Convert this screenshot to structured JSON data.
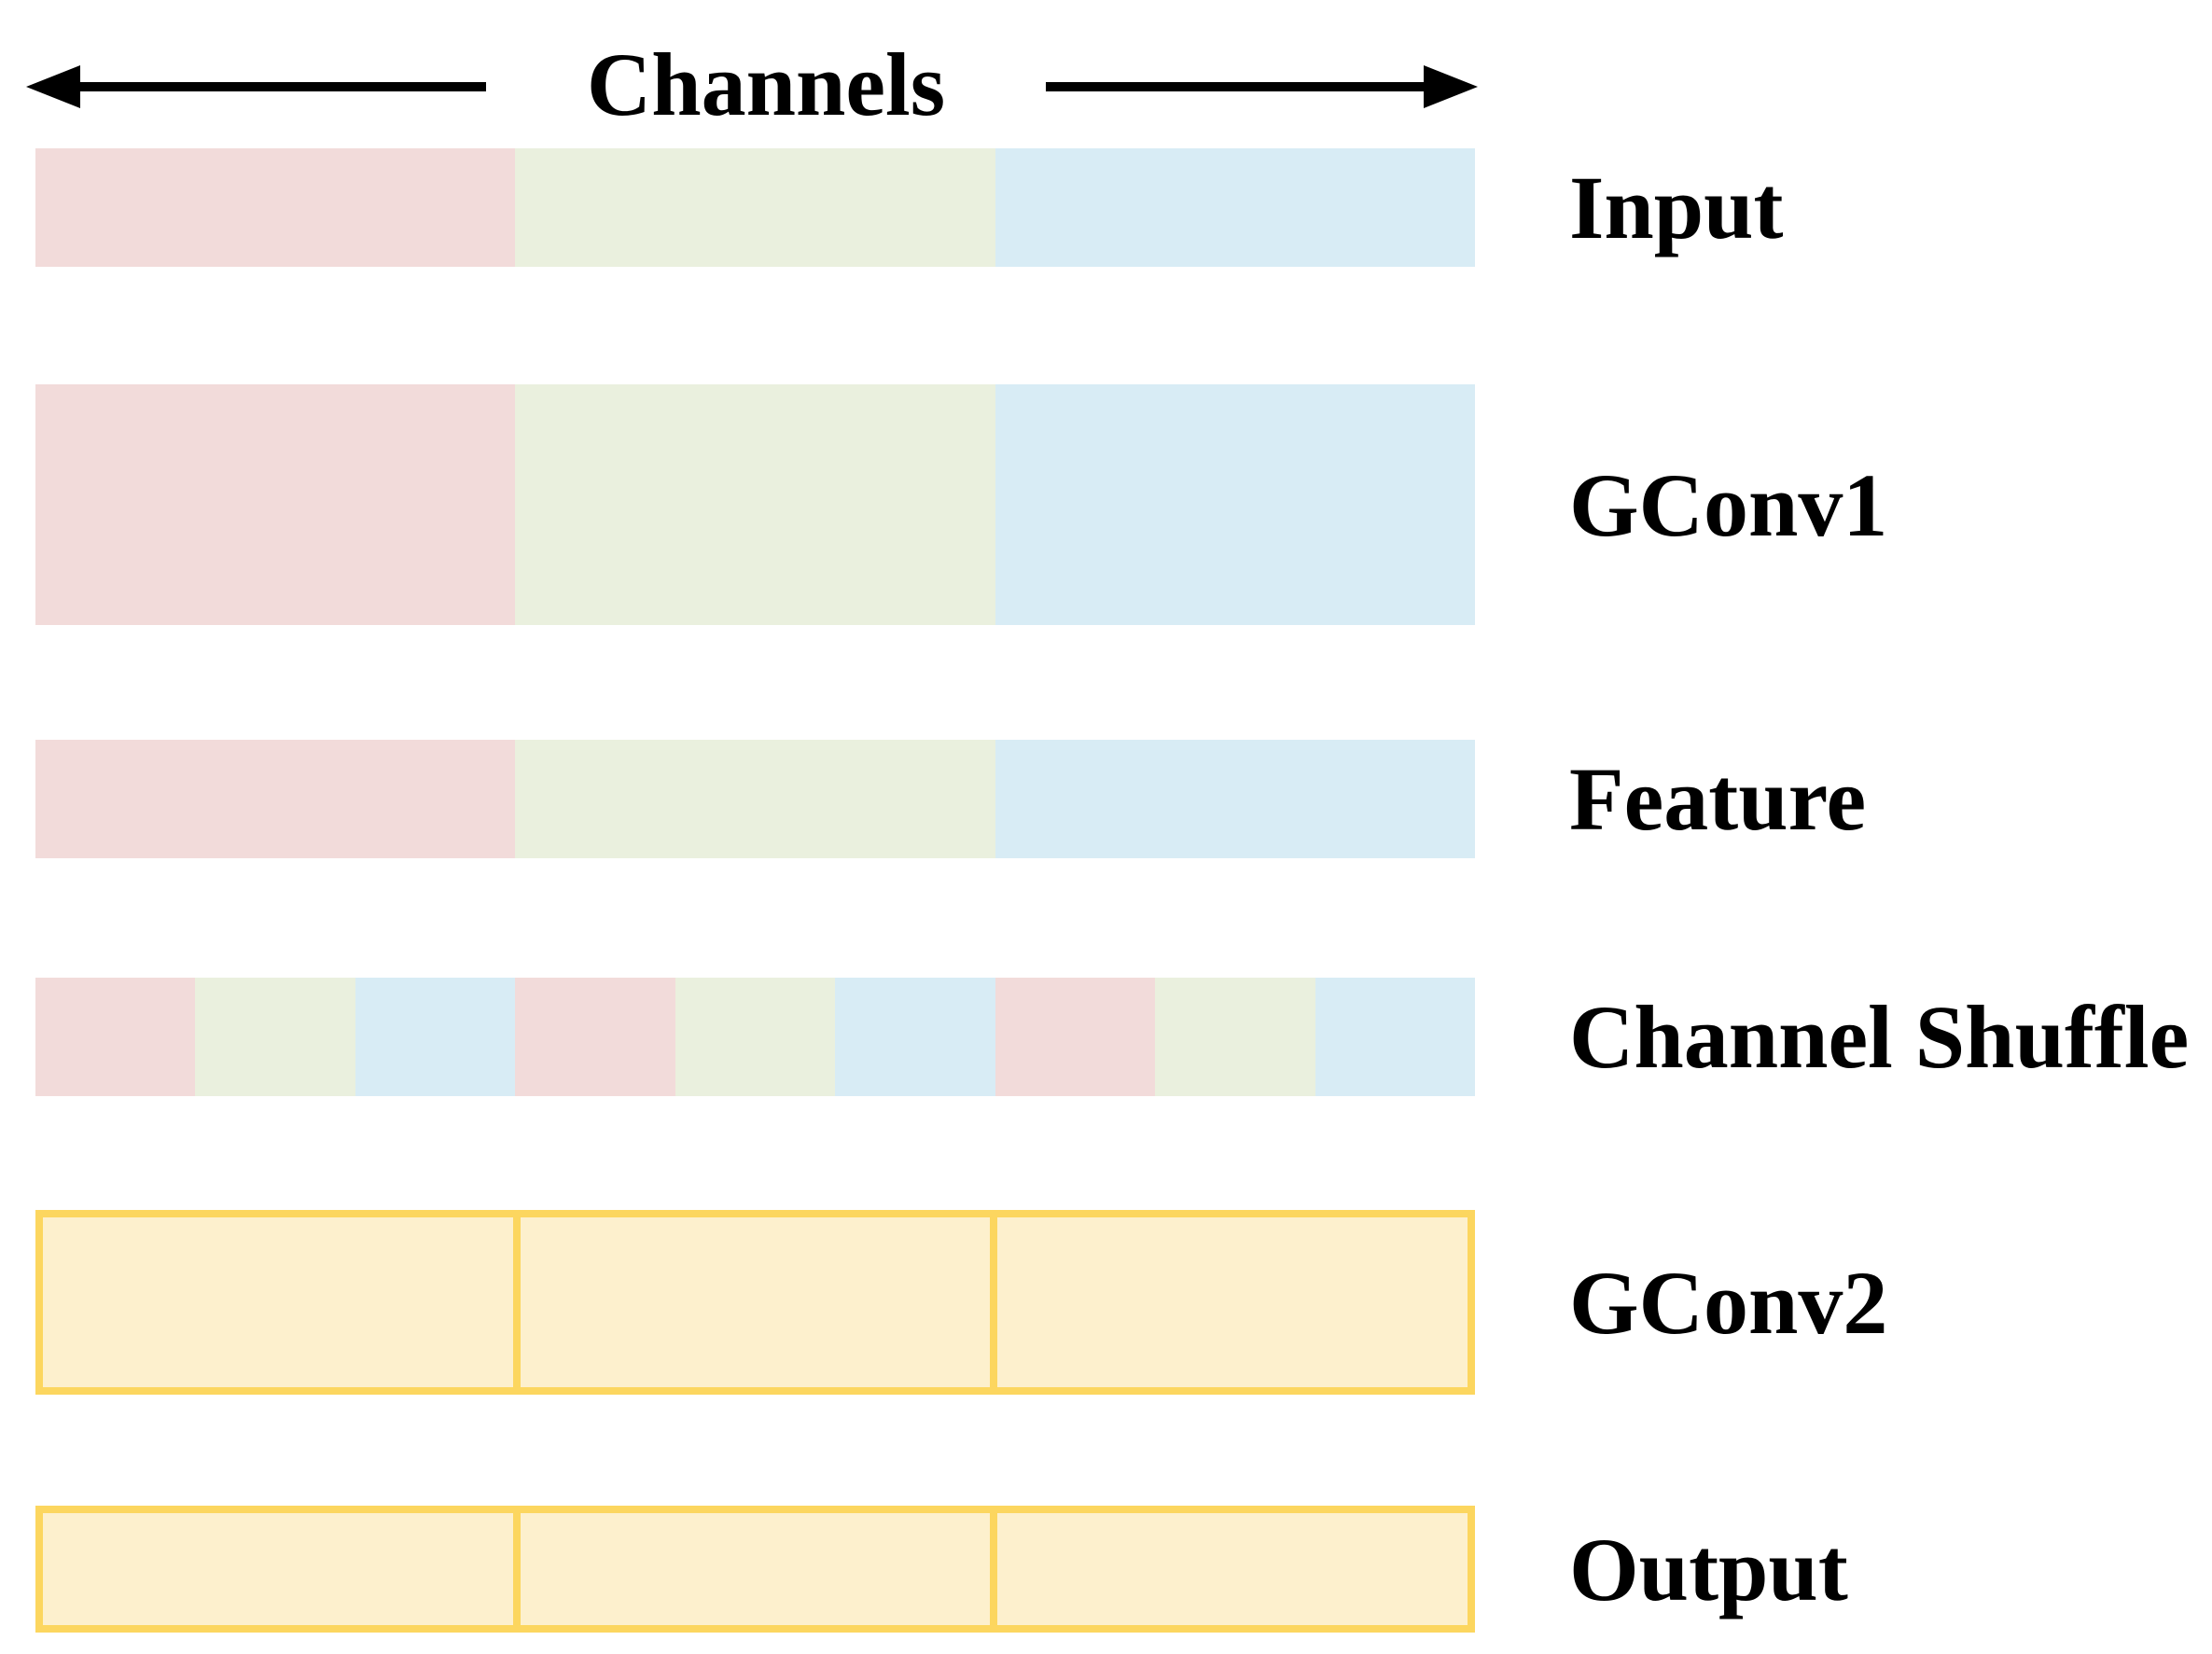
{
  "header": {
    "channels_label": "Channels"
  },
  "colors": {
    "pink": "#f2dbda",
    "green": "#eaf0de",
    "blue": "#d8ecf5",
    "yellow_fill": "#fdf0cd",
    "yellow_border": "#fcd65f",
    "arrow_black": "#000000"
  },
  "rows": [
    {
      "id": "input",
      "label": "Input",
      "style": "plain",
      "segments": [
        "pink",
        "green",
        "blue"
      ]
    },
    {
      "id": "gconv1",
      "label": "GConv1",
      "style": "plain",
      "segments": [
        "pink",
        "green",
        "blue"
      ]
    },
    {
      "id": "feature",
      "label": "Feature",
      "style": "plain",
      "segments": [
        "pink",
        "green",
        "blue"
      ]
    },
    {
      "id": "channel-shuffle",
      "label": "Channel Shuffle",
      "style": "plain",
      "segments": [
        "pink",
        "green",
        "blue",
        "pink",
        "green",
        "blue",
        "pink",
        "green",
        "blue"
      ]
    },
    {
      "id": "gconv2",
      "label": "GConv2",
      "style": "cells",
      "segments": [
        "yellow_fill",
        "yellow_fill",
        "yellow_fill"
      ]
    },
    {
      "id": "output",
      "label": "Output",
      "style": "cells",
      "segments": [
        "yellow_fill",
        "yellow_fill",
        "yellow_fill"
      ]
    }
  ]
}
